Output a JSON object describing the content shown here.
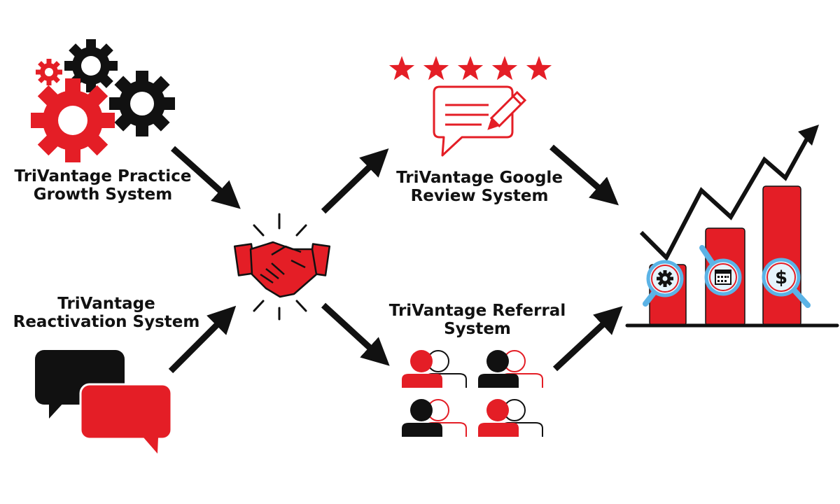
{
  "colors": {
    "red": "#e41e26",
    "black": "#111111",
    "white": "#ffffff"
  },
  "nodes": {
    "practice_growth": {
      "lines": [
        "TriVantage Practice",
        "Growth System"
      ],
      "icon": "gears-icon"
    },
    "reactivation": {
      "lines": [
        "TriVantage",
        "Reactivation System"
      ],
      "icon": "chat-bubbles-icon"
    },
    "hub": {
      "icon": "handshake-icon"
    },
    "google_review": {
      "lines": [
        "TriVantage Google",
        "Review System"
      ],
      "icon": "review-stars-icon",
      "stars": 5
    },
    "referral": {
      "lines": [
        "TriVantage Referral",
        "System"
      ],
      "icon": "people-referral-icon"
    },
    "growth_chart": {
      "icon": "growth-chart-icon",
      "badge_icons": [
        "gear-icon",
        "calendar-icon",
        "dollar-icon"
      ]
    }
  },
  "edges": [
    {
      "from": "practice_growth",
      "to": "hub"
    },
    {
      "from": "reactivation",
      "to": "hub"
    },
    {
      "from": "hub",
      "to": "google_review"
    },
    {
      "from": "hub",
      "to": "referral"
    },
    {
      "from": "google_review",
      "to": "growth_chart"
    },
    {
      "from": "referral",
      "to": "growth_chart"
    }
  ]
}
